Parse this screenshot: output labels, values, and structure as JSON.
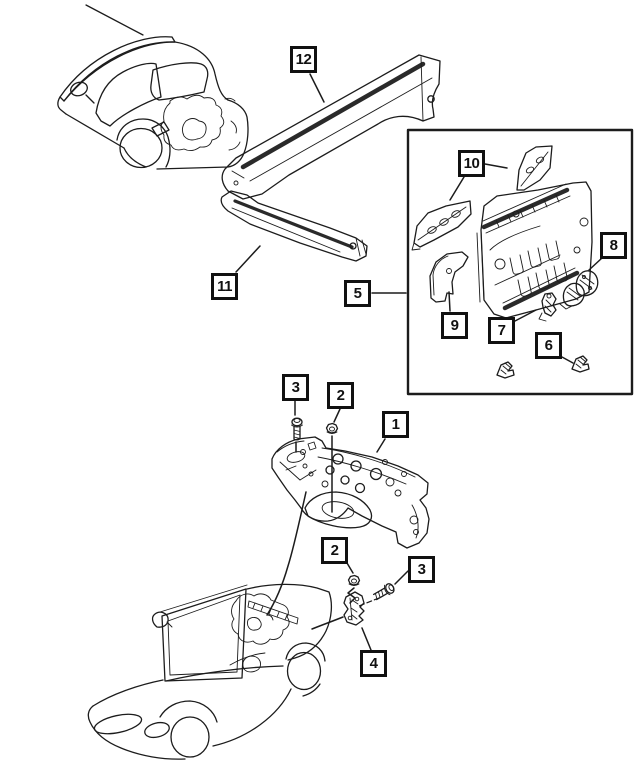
{
  "style": {
    "line_color": "#1c1c1c",
    "callout_border": "#111111",
    "callout_bg": "#ffffff",
    "callout_text": "#111111",
    "page_bg": "#ffffff"
  },
  "callouts": {
    "c1": {
      "label": "1"
    },
    "c2_upper": {
      "label": "2"
    },
    "c2_lower": {
      "label": "2"
    },
    "c3_upper": {
      "label": "3"
    },
    "c3_lower": {
      "label": "3"
    },
    "c4": {
      "label": "4"
    },
    "c5": {
      "label": "5"
    },
    "c6": {
      "label": "6"
    },
    "c7": {
      "label": "7"
    },
    "c8": {
      "label": "8"
    },
    "c9": {
      "label": "9"
    },
    "c10": {
      "label": "10"
    },
    "c11": {
      "label": "11"
    },
    "c12": {
      "label": "12"
    }
  }
}
